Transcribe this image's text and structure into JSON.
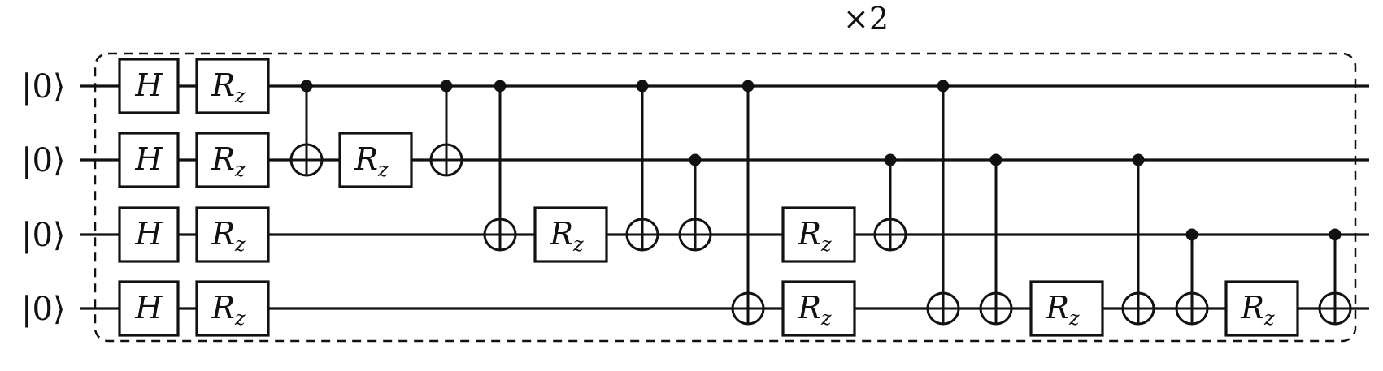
{
  "repeat_label": "×2",
  "qubits": [
    "|0⟩",
    "|0⟩",
    "|0⟩",
    "|0⟩"
  ],
  "gates": [
    {
      "type": "single",
      "label": "H",
      "qubit": 0,
      "col": 0
    },
    {
      "type": "single",
      "label": "H",
      "qubit": 1,
      "col": 0
    },
    {
      "type": "single",
      "label": "H",
      "qubit": 2,
      "col": 0
    },
    {
      "type": "single",
      "label": "H",
      "qubit": 3,
      "col": 0
    },
    {
      "type": "single",
      "label": "R",
      "sub": "z",
      "qubit": 0,
      "col": 1
    },
    {
      "type": "single",
      "label": "R",
      "sub": "z",
      "qubit": 1,
      "col": 1
    },
    {
      "type": "single",
      "label": "R",
      "sub": "z",
      "qubit": 2,
      "col": 1
    },
    {
      "type": "single",
      "label": "R",
      "sub": "z",
      "qubit": 3,
      "col": 1
    },
    {
      "type": "cnot",
      "control": 0,
      "target": 1,
      "col": 2
    },
    {
      "type": "single",
      "label": "R",
      "sub": "z",
      "qubit": 1,
      "col": 3
    },
    {
      "type": "cnot",
      "control": 0,
      "target": 1,
      "col": 4
    },
    {
      "type": "cnot",
      "control": 0,
      "target": 2,
      "col": 5
    },
    {
      "type": "single",
      "label": "R",
      "sub": "z",
      "qubit": 2,
      "col": 6
    },
    {
      "type": "cnot",
      "control": 0,
      "target": 2,
      "col": 7
    },
    {
      "type": "cnot",
      "control": 1,
      "target": 2,
      "col": 8
    },
    {
      "type": "cnot",
      "control": 0,
      "target": 3,
      "col": 9
    },
    {
      "type": "single",
      "label": "R",
      "sub": "z",
      "qubit": 2,
      "col": 10
    },
    {
      "type": "single",
      "label": "R",
      "sub": "z",
      "qubit": 3,
      "col": 10
    },
    {
      "type": "cnot",
      "control": 1,
      "target": 2,
      "col": 11
    },
    {
      "type": "cnot",
      "control": 0,
      "target": 3,
      "col": 12
    },
    {
      "type": "cnot",
      "control": 1,
      "target": 3,
      "col": 13
    },
    {
      "type": "single",
      "label": "R",
      "sub": "z",
      "qubit": 3,
      "col": 14
    },
    {
      "type": "cnot",
      "control": 1,
      "target": 3,
      "col": 15
    },
    {
      "type": "cnot",
      "control": 2,
      "target": 3,
      "col": 16
    },
    {
      "type": "single",
      "label": "R",
      "sub": "z",
      "qubit": 3,
      "col": 17
    },
    {
      "type": "cnot",
      "control": 2,
      "target": 3,
      "col": 18
    }
  ]
}
